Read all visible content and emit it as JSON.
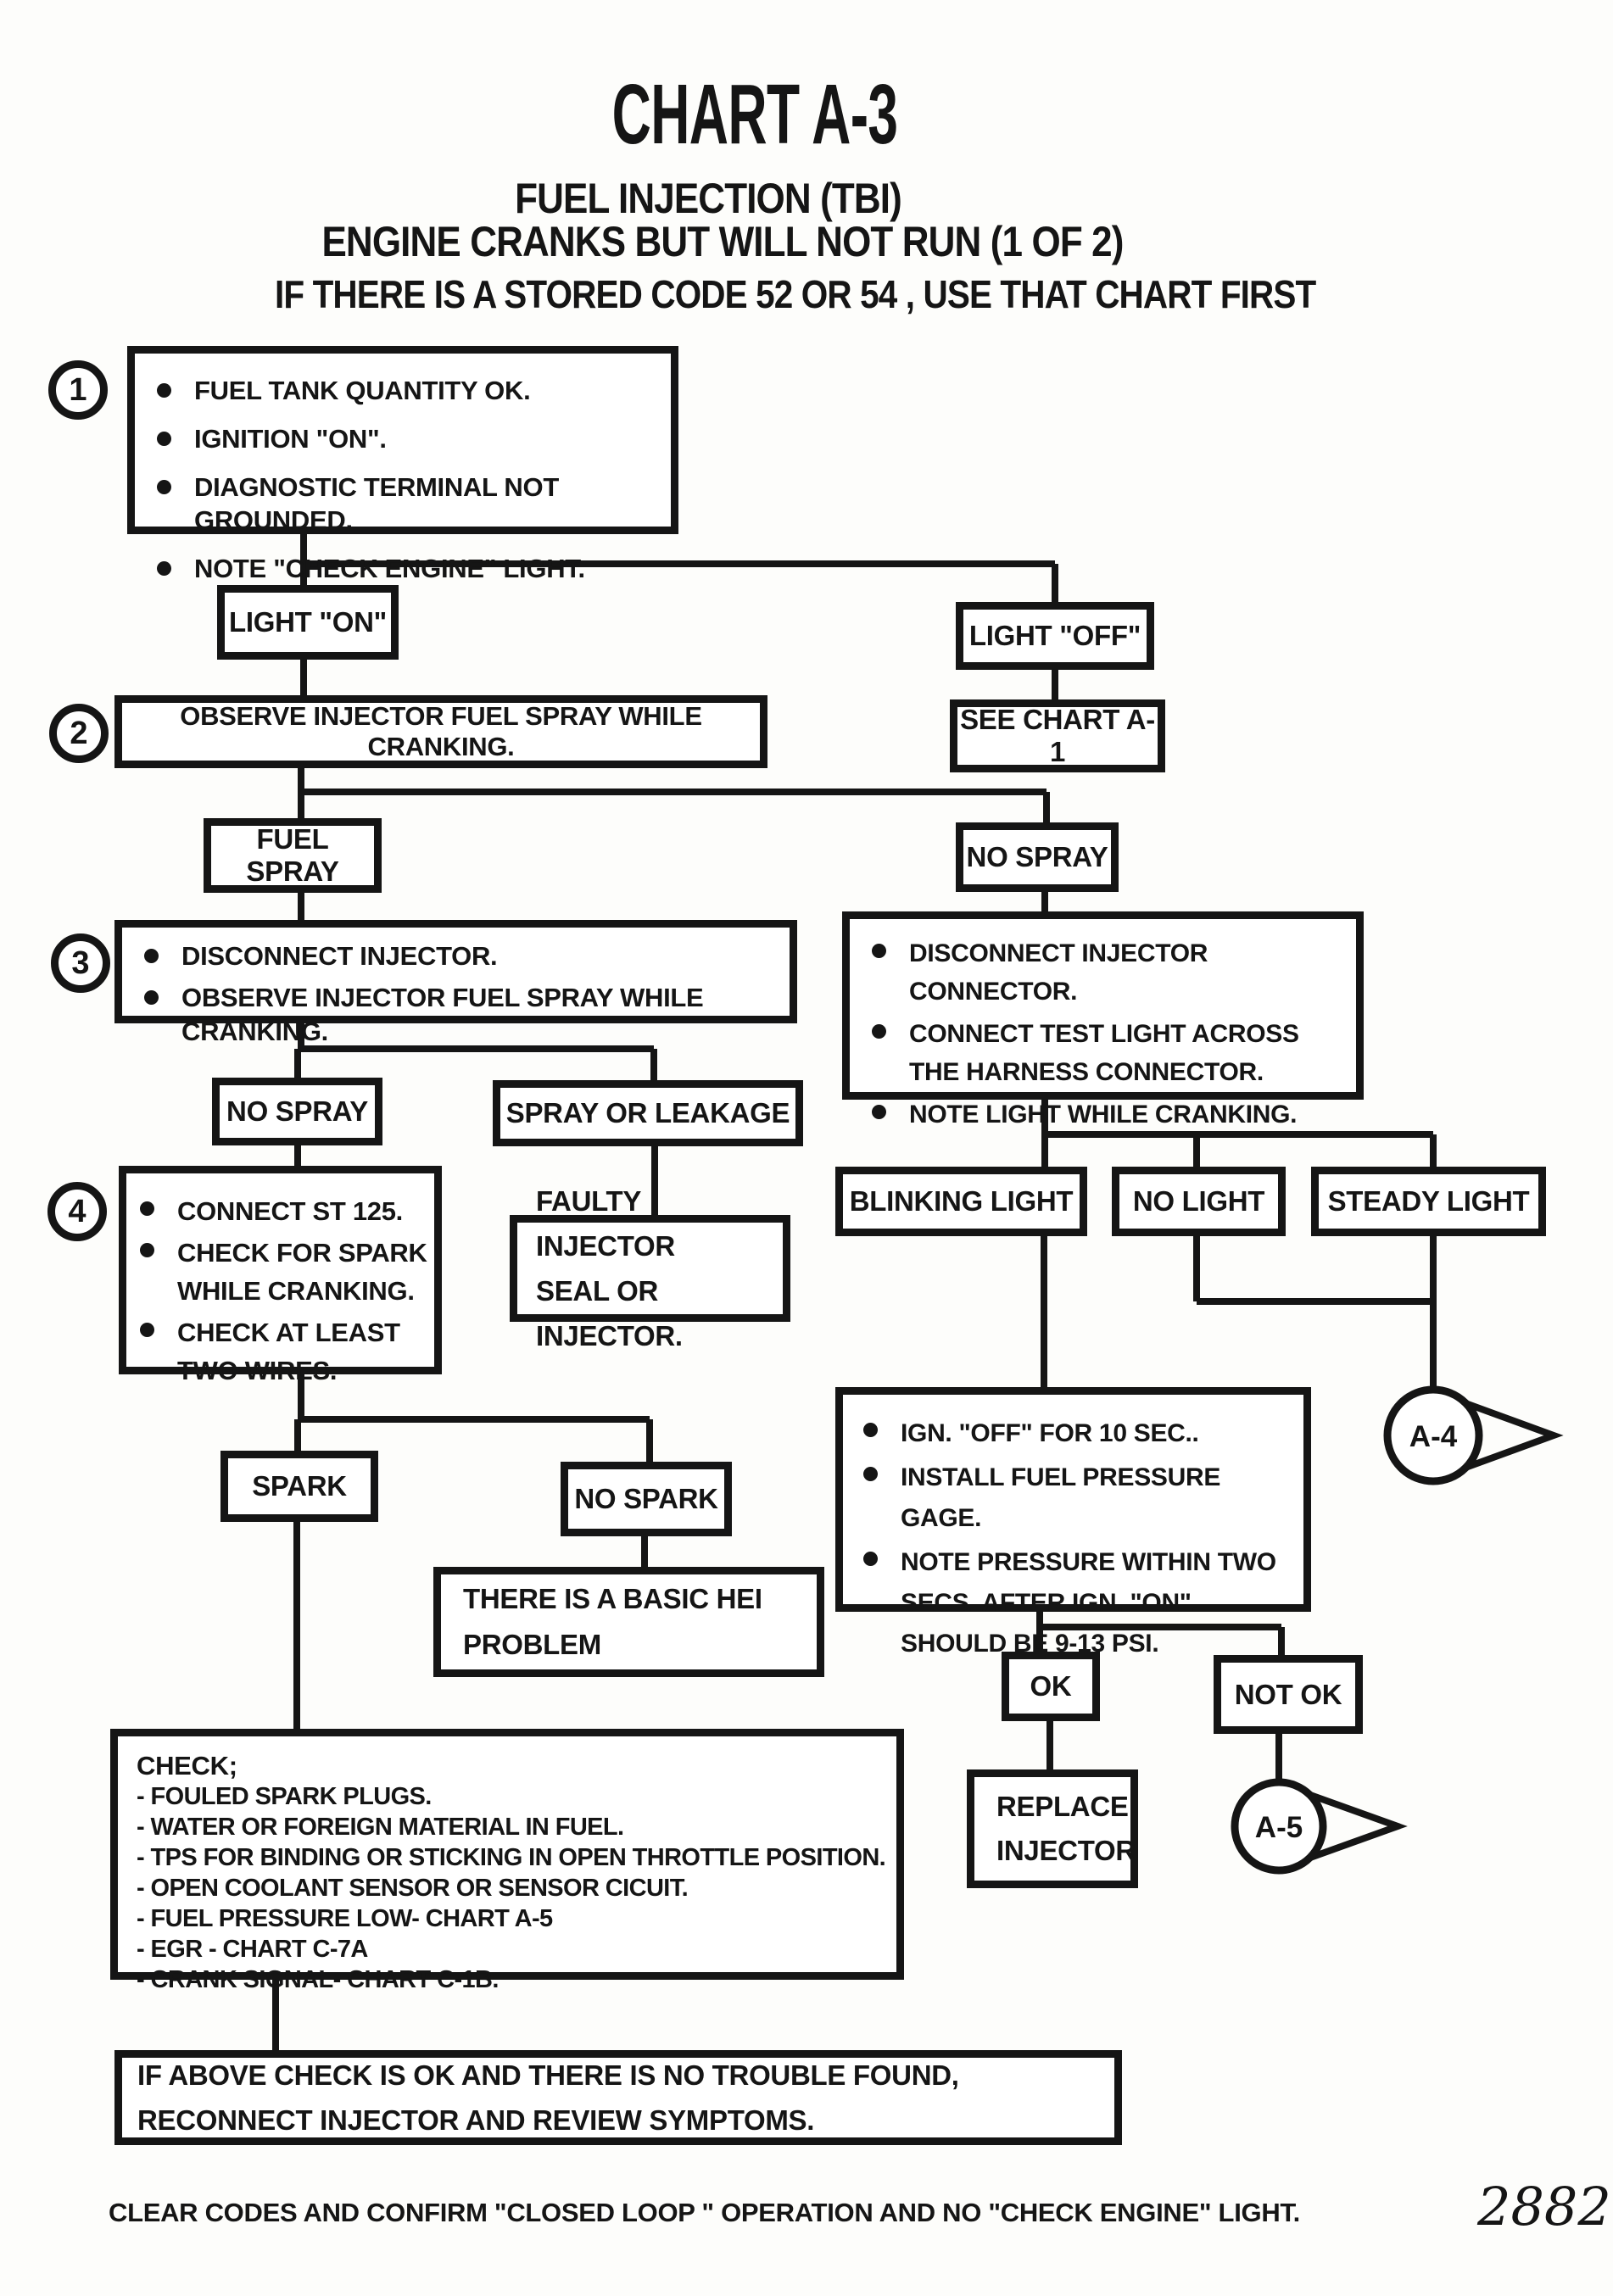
{
  "page": {
    "title": "CHART A-3",
    "subtitle1": "FUEL INJECTION (TBI)",
    "subtitle2": "ENGINE CRANKS BUT WILL NOT RUN (1 OF 2)",
    "subtitle3": "IF THERE IS A STORED CODE 52 OR 54 , USE THAT CHART FIRST",
    "footer": "CLEAR CODES AND CONFIRM \"CLOSED LOOP \" OPERATION AND NO \"CHECK ENGINE\" LIGHT.",
    "page_number": "2882"
  },
  "steps": {
    "s1": "1",
    "s2": "2",
    "s3": "3",
    "s4": "4"
  },
  "colors": {
    "ink": "#151515",
    "paper": "#ffffff"
  },
  "boxes": {
    "step1_items": [
      "FUEL TANK QUANTITY OK.",
      "IGNITION \"ON\".",
      "DIAGNOSTIC TERMINAL NOT GROUNDED.",
      "NOTE \"CHECK ENGINE\" LIGHT."
    ],
    "light_on": "LIGHT \"ON\"",
    "light_off": "LIGHT \"OFF\"",
    "observe": "OBSERVE INJECTOR FUEL SPRAY WHILE CRANKING.",
    "see_chart_a1": "SEE CHART A-1",
    "fuel_spray": "FUEL SPRAY",
    "no_spray_right": "NO  SPRAY",
    "step3_items": [
      "DISCONNECT INJECTOR.",
      "OBSERVE INJECTOR FUEL SPRAY WHILE CRANKING."
    ],
    "harness_items": [
      "DISCONNECT INJECTOR CONNECTOR.",
      "CONNECT TEST LIGHT ACROSS THE HARNESS CONNECTOR.",
      "NOTE LIGHT WHILE CRANKING."
    ],
    "no_spray_left": "NO SPRAY",
    "spray_or_leakage": "SPRAY OR LEAKAGE",
    "step4_items": [
      "CONNECT ST 125.",
      "CHECK FOR SPARK WHILE CRANKING.",
      "CHECK AT LEAST TWO WIRES."
    ],
    "faulty_lines": [
      "FAULTY INJECTOR",
      "SEAL OR INJECTOR."
    ],
    "blinking_light": "BLINKING LIGHT",
    "no_light": "NO LIGHT",
    "steady_light": "STEADY LIGHT",
    "ign_items": [
      "IGN. \"OFF\" FOR 10 SEC..",
      "INSTALL FUEL PRESSURE GAGE.",
      "NOTE PRESSURE WITHIN TWO SECS. AFTER IGN. \"ON\".  SHOULD BE 9-13 PSI."
    ],
    "connector_a4": "A-4",
    "spark": "SPARK",
    "no_spark": "NO SPARK",
    "hei_lines": [
      "THERE IS A BASIC HEI",
      "PROBLEM"
    ],
    "check_title": "CHECK;",
    "check_items": [
      "- FOULED SPARK PLUGS.",
      "- WATER OR FOREIGN MATERIAL IN FUEL.",
      "- TPS FOR BINDING OR STICKING IN OPEN THROTTLE  POSITION.",
      "- OPEN COOLANT  SENSOR OR SENSOR CICUIT.",
      "- FUEL PRESSURE LOW- CHART A-5",
      "- EGR - CHART C-7A",
      "- CRANK SIGNAL- CHART C-1B."
    ],
    "ok": "OK",
    "not_ok": "NOT  OK",
    "replace_lines": [
      "REPLACE",
      "INJECTOR"
    ],
    "connector_a5": "A-5",
    "reconnect_lines": [
      "IF ABOVE CHECK IS OK AND THERE IS NO TROUBLE FOUND,",
      "RECONNECT INJECTOR AND REVIEW SYMPTOMS."
    ]
  }
}
